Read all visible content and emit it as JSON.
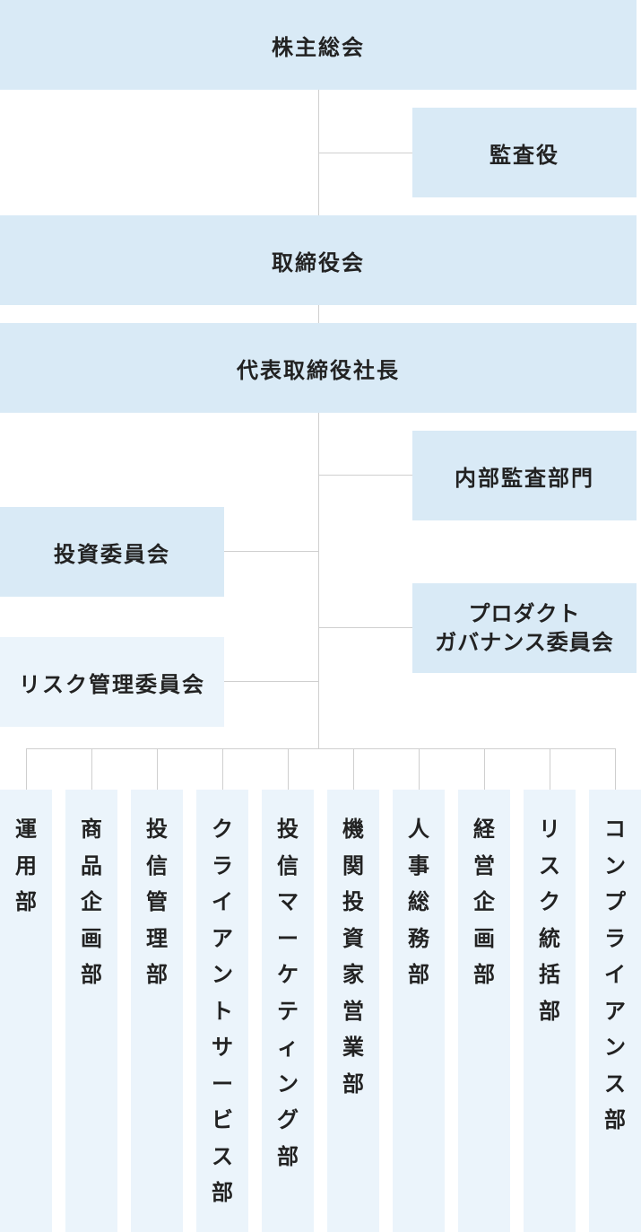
{
  "org": {
    "shareholders": "株主総会",
    "auditor": "監査役",
    "board": "取締役会",
    "president": "代表取締役社長",
    "internal_audit": "内部監査部門",
    "investment_committee": "投資委員会",
    "product_governance": [
      "プロダクト",
      "ガバナンス委員会"
    ],
    "risk_committee": "リスク管理委員会",
    "departments": [
      "運用部",
      "商品企画部",
      "投信管理部",
      "クライアントサービス部",
      "投信マーケティング部",
      "機関投資家営業部",
      "人事総務部",
      "経営企画部",
      "リスク統括部",
      "コンプライアンス部"
    ]
  }
}
